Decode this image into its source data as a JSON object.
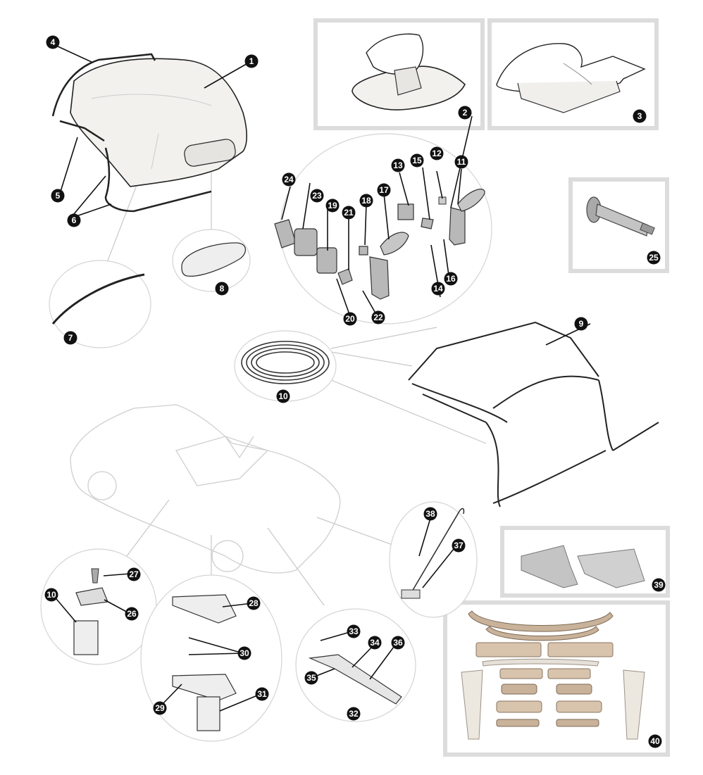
{
  "callouts": [
    {
      "id": "c1",
      "label": "1"
    },
    {
      "id": "c2",
      "label": "2"
    },
    {
      "id": "c3",
      "label": "3"
    },
    {
      "id": "c4",
      "label": "4"
    },
    {
      "id": "c5",
      "label": "5"
    },
    {
      "id": "c6",
      "label": "6"
    },
    {
      "id": "c7",
      "label": "7"
    },
    {
      "id": "c8",
      "label": "8"
    },
    {
      "id": "c9",
      "label": "9"
    },
    {
      "id": "c10a",
      "label": "10"
    },
    {
      "id": "c11",
      "label": "11"
    },
    {
      "id": "c12",
      "label": "12"
    },
    {
      "id": "c13",
      "label": "13"
    },
    {
      "id": "c14",
      "label": "14"
    },
    {
      "id": "c15",
      "label": "15"
    },
    {
      "id": "c16",
      "label": "16"
    },
    {
      "id": "c17",
      "label": "17"
    },
    {
      "id": "c18",
      "label": "18"
    },
    {
      "id": "c19",
      "label": "19"
    },
    {
      "id": "c20",
      "label": "20"
    },
    {
      "id": "c21",
      "label": "21"
    },
    {
      "id": "c22",
      "label": "22"
    },
    {
      "id": "c23",
      "label": "23"
    },
    {
      "id": "c24",
      "label": "24"
    },
    {
      "id": "c25",
      "label": "25"
    },
    {
      "id": "c26",
      "label": "26"
    },
    {
      "id": "c27",
      "label": "27"
    },
    {
      "id": "c10b",
      "label": "10"
    },
    {
      "id": "c28",
      "label": "28"
    },
    {
      "id": "c29",
      "label": "29"
    },
    {
      "id": "c30",
      "label": "30"
    },
    {
      "id": "c31",
      "label": "31"
    },
    {
      "id": "c32",
      "label": "32"
    },
    {
      "id": "c33",
      "label": "33"
    },
    {
      "id": "c34",
      "label": "34"
    },
    {
      "id": "c35",
      "label": "35"
    },
    {
      "id": "c36",
      "label": "36"
    },
    {
      "id": "c37",
      "label": "37"
    },
    {
      "id": "c38",
      "label": "38"
    },
    {
      "id": "c39",
      "label": "39"
    },
    {
      "id": "c40",
      "label": "40"
    }
  ],
  "colors": {
    "callout_fill": "#111111",
    "callout_text": "#ffffff",
    "frame": "#dcdcdc",
    "line": "#222222"
  }
}
